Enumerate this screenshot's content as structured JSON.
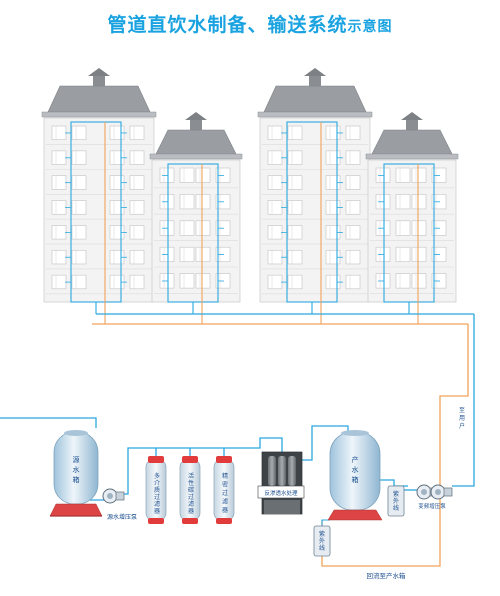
{
  "title": {
    "main": "管道直饮水制备、输送系统",
    "suffix": "示意图"
  },
  "labels": {
    "to_users": [
      "至",
      "用",
      "户"
    ],
    "source_tank": [
      "源",
      "水",
      "箱"
    ],
    "source_pump": "源水增压泵",
    "filter_multimedia": [
      "多",
      "介",
      "质",
      "过",
      "滤",
      "器"
    ],
    "filter_carbon": [
      "活",
      "性",
      "碳",
      "过",
      "滤",
      "器"
    ],
    "filter_precision": [
      "精",
      "密",
      "过",
      "滤",
      "器"
    ],
    "ro_unit": "反渗透水处理",
    "product_tank": [
      "产",
      "水",
      "箱"
    ],
    "uv_top": [
      "紫",
      "外",
      "线"
    ],
    "vfd_pump": "变频增压泵",
    "uv_bottom": [
      "紫",
      "外",
      "线"
    ],
    "return_line": "回流至产水箱"
  },
  "colors": {
    "title": "#1aa3e0",
    "pipe_blue": "#29a8e0",
    "pipe_orange": "#f0a35a",
    "roof": "#9a9ea3",
    "facade": "#f3f3f3",
    "tank": "#d7e7f2",
    "filter_cap": "#e23b3b",
    "label_text": "#1c4f8f"
  }
}
